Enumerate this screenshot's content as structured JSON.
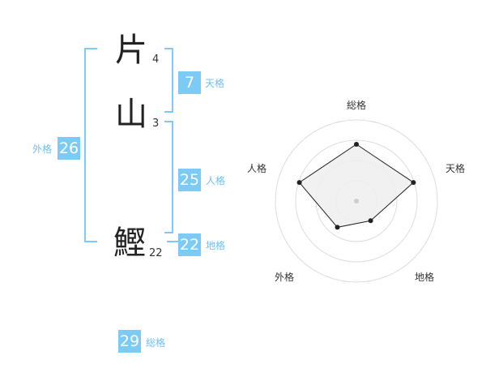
{
  "name": {
    "chars": [
      {
        "char": "片",
        "strokes": "4"
      },
      {
        "char": "山",
        "strokes": "3"
      },
      {
        "char": "鰹",
        "strokes": "22"
      }
    ]
  },
  "kaku": {
    "tenkaku": {
      "value": "7",
      "label": "天格"
    },
    "jinkaku": {
      "value": "25",
      "label": "人格"
    },
    "chikaku": {
      "value": "22",
      "label": "地格"
    },
    "gaikaku": {
      "value": "26",
      "label": "外格"
    },
    "soukaku": {
      "value": "29",
      "label": "総格"
    }
  },
  "colors": {
    "bracket": "#7ccbf6",
    "box": "#7ccbf6",
    "label": "#6ec0f0",
    "radar_fill": "#eeeeee",
    "radar_grid": "#dddddd"
  },
  "chart_data": {
    "type": "radar",
    "axes": [
      "総格",
      "天格",
      "地格",
      "外格",
      "人格"
    ],
    "values": [
      0.7,
      0.74,
      0.3,
      0.4,
      0.74
    ],
    "range": [
      0,
      1
    ],
    "rings": 4
  }
}
